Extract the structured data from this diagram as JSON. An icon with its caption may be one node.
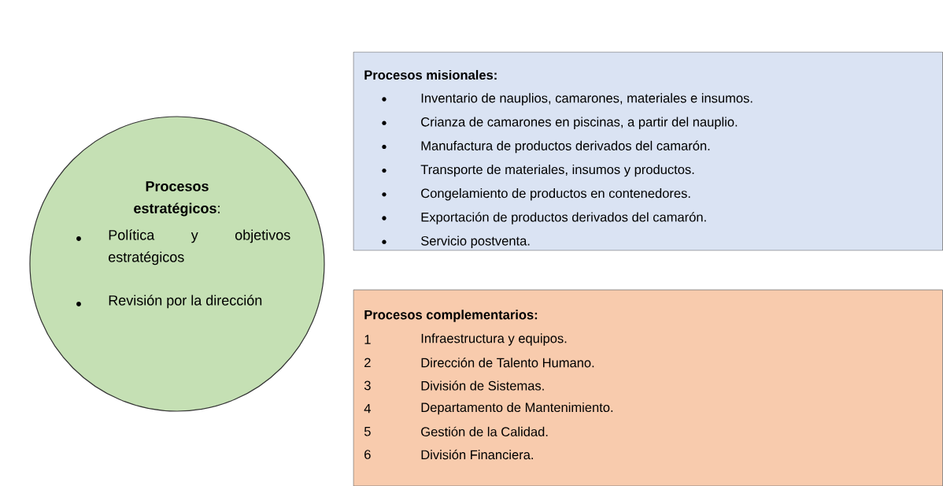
{
  "diagram": {
    "nodes": [
      {
        "text": [
          "**Procesos estratégicos**:",
          "Política y objetivos estratégicos",
          "Revisión por la dirección"
        ]
      },
      {
        "text": [
          "Procesos misionales:",
          "Inventario de nauplios, camarones, materiales e insumos.",
          "Crianza de camarones en piscinas, a partir del nauplio.",
          "Manufactura de productos derivados del camarón.",
          "Transporte de materiales, insumos y productos.",
          "Congelamiento de productos en contenedores.",
          "Exportación de productos derivados del camarón.",
          "Servicio postventa."
        ]
      },
      {
        "text": [
          "Procesos complementarios:",
          "1",
          "Infraestructura y equipos.",
          "2",
          "Dirección de Talento Humano.",
          "3",
          "División de Sistemas.",
          "4",
          "Departamento de Mantenimiento.",
          "5",
          "Gestión de la Calidad.",
          "6",
          "División Financiera."
        ]
      }
    ]
  }
}
